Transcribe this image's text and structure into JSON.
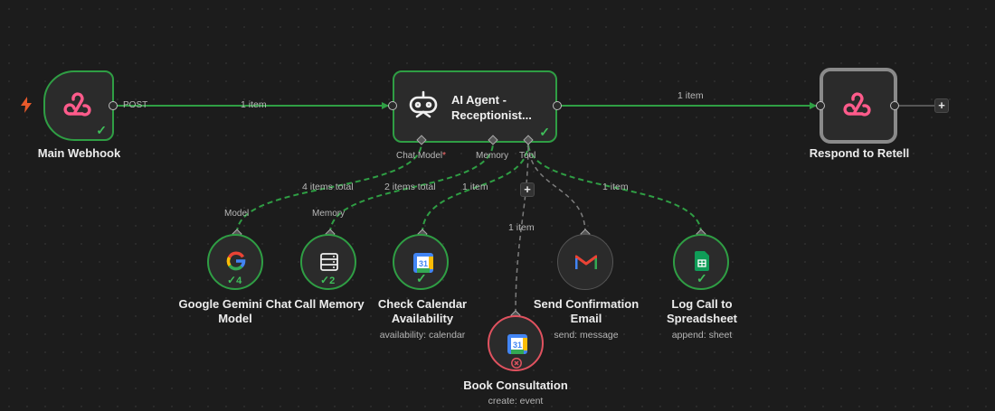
{
  "nodes": {
    "main_webhook": {
      "label": "Main Webhook",
      "output_label": "POST"
    },
    "ai_agent": {
      "title_line1": "AI Agent -",
      "title_line2": "Receptionist...",
      "ports": {
        "chat_model": "Chat Model",
        "chat_model_required": "*",
        "memory": "Memory",
        "tool": "Tool"
      }
    },
    "respond_to_retell": {
      "label": "Respond to Retell"
    },
    "google_gemini": {
      "label_line1": "Google Gemini Chat",
      "label_line2": "Model",
      "port_label": "Model",
      "badge": "4"
    },
    "call_memory": {
      "label": "Call Memory",
      "port_label": "Memory",
      "badge": "2"
    },
    "check_calendar": {
      "label_line1": "Check Calendar",
      "label_line2": "Availability",
      "subtitle": "availability: calendar"
    },
    "send_email": {
      "label_line1": "Send Confirmation",
      "label_line2": "Email",
      "subtitle": "send: message"
    },
    "log_call": {
      "label_line1": "Log Call to",
      "label_line2": "Spreadsheet",
      "subtitle": "append: sheet"
    },
    "book_consultation": {
      "label": "Book Consultation",
      "subtitle": "create: event"
    }
  },
  "edges": {
    "webhook_to_agent": "1 item",
    "agent_to_respond": "1 item",
    "gemini_to_agent": "4 items total",
    "memory_to_agent": "2 items total",
    "calendar_to_agent": "1 item",
    "book_to_agent": "1 item",
    "sheet_to_agent": "1 item"
  },
  "icons": {
    "trigger": "lightning-bolt-icon",
    "webhook": "webhook-icon",
    "agent": "robot-icon",
    "gemini": "google-g-icon",
    "memory": "database-icon",
    "calendar": "google-calendar-icon",
    "gmail": "gmail-icon",
    "sheets": "google-sheets-icon",
    "success": "check-icon",
    "error": "error-x-icon",
    "add": "plus-icon"
  },
  "colors": {
    "canvas": "#1c1c1c",
    "success": "#2f9e44",
    "webhook_pink": "#ff5b8b",
    "error": "#e0525f",
    "idle_border": "#8a8a8a"
  }
}
